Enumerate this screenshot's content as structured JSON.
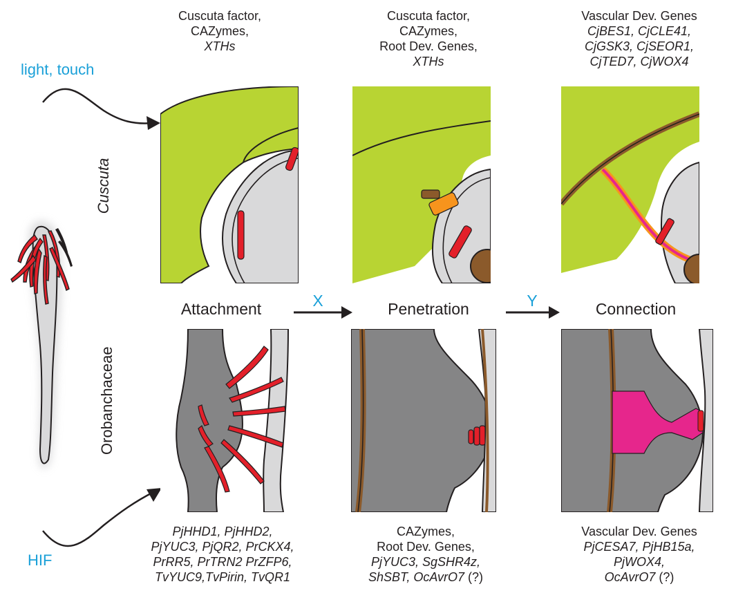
{
  "top_labels": {
    "attachment": {
      "line1": "Cuscuta factor,",
      "line2": "CAZymes,",
      "line3": "XTHs"
    },
    "penetration": {
      "line1": "Cuscuta factor,",
      "line2": "CAZymes,",
      "line3": "Root Dev. Genes,",
      "line4": "XTHs"
    },
    "connection": {
      "line1": "Vascular Dev. Genes",
      "line2": "CjBES1, CjCLE41,",
      "line3": "CjGSK3, CjSEOR1,",
      "line4": "CjTED7, CjWOX4"
    }
  },
  "stimuli": {
    "top": "light, touch",
    "bottom": "HIF"
  },
  "side_labels": {
    "top": "Cuscuta",
    "bottom": "Orobanchaceae"
  },
  "stages": {
    "s1": "Attachment",
    "s2": "Penetration",
    "s3": "Connection"
  },
  "transitions": {
    "t1": "X",
    "t2": "Y"
  },
  "bottom_labels": {
    "attachment": {
      "line1": "PjHHD1, PjHHD2,",
      "line2": "PjYUC3, PjQR2, PrCKX4,",
      "line3": "PrRR5, PrTRN2 PrZFP6,",
      "line4": "TvYUC9,TvPirin, TvQR1"
    },
    "penetration": {
      "line1": "CAZymes,",
      "line2": "Root Dev. Genes,",
      "line3": "PjYUC3, SgSHR4z,",
      "line4": "ShSBT, OcAvrO7",
      "line4_suffix": " (?)"
    },
    "connection": {
      "line1": "Vascular Dev. Genes",
      "line2": "PjCESA7, PjHB15a,",
      "line3": "PjWOX4,",
      "line4": "OcAvrO7",
      "line4_suffix": " (?)"
    }
  },
  "colors": {
    "cuscuta_green": "#b8d433",
    "host_gray": "#d9d9da",
    "root_dark": "#858586",
    "red": "#e3202a",
    "orange": "#f7941d",
    "magenta": "#e6268c",
    "brown": "#8b5a2b",
    "cyan": "#1aa0d8"
  }
}
